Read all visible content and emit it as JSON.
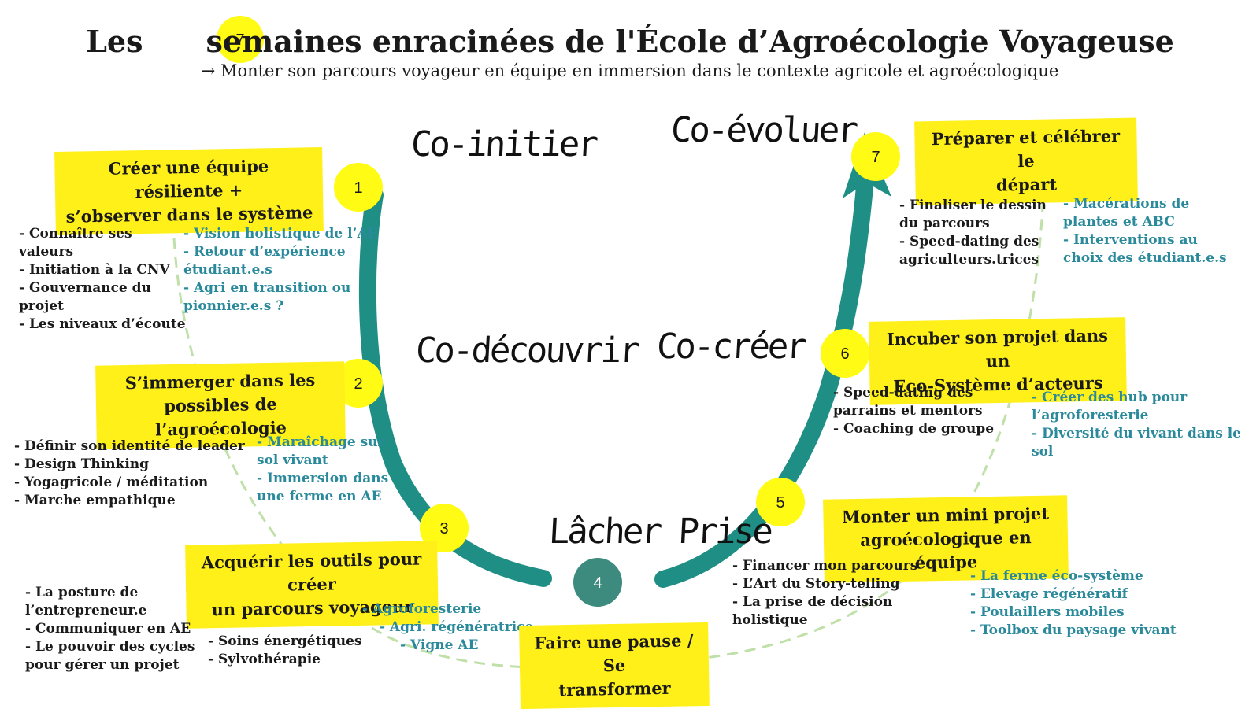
{
  "title": {
    "before": "Les",
    "number": "7",
    "after": "semaines enracinées de l'École d’Agroécologie Voyageuse"
  },
  "subtitle": "→ Monter son parcours voyageur en équipe en immersion dans le contexte agricole et agroécologique",
  "phases": {
    "initier": "Co-initier",
    "decouvrir": "Co-découvrir",
    "lacher": "Lâcher Prise",
    "creer": "Co-créer",
    "evoluer": "Co-évoluer"
  },
  "colors": {
    "highlight": "#fff01a",
    "circle": "#fffb14",
    "arrow": "#1f8f85",
    "teal_text": "#2a8a9b",
    "dash": "#bfe0a8",
    "center_circle": "#3d8a7e"
  },
  "weeks": [
    {
      "num": "1",
      "title": [
        "Créer une équipe résiliente +",
        "s’observer  dans le système"
      ],
      "black": [
        "- Connaître ses",
        "valeurs",
        "- Initiation à la CNV",
        "- Gouvernance du",
        "projet",
        "- Les niveaux d’écoute"
      ],
      "teal": [
        "- Vision holistique de l’AE",
        " - Retour d’expérience",
        "étudiant.e.s",
        " - Agri en transition ou",
        "pionnier.e.s ?"
      ]
    },
    {
      "num": "2",
      "title": [
        "S’immerger dans les",
        "possibles de l’agroécologie"
      ],
      "black": [
        "- Définir son identité de leader",
        "- Design Thinking",
        "- Yogagricole / méditation",
        "- Marche empathique"
      ],
      "teal": [
        "- Maraîchage sur",
        "sol vivant",
        " - Immersion dans",
        "une  ferme en AE"
      ]
    },
    {
      "num": "3",
      "title": [
        "Acquérir les outils pour créer",
        "un parcours voyageur"
      ],
      "black": [
        "- La posture de",
        "l’entrepreneur.e",
        "- Communiquer en AE",
        "- Le pouvoir des cycles",
        "pour gérer un projet"
      ],
      "black2": [
        "- Soins énergétiques",
        "- Sylvothérapie"
      ],
      "teal": [
        "- Agroforesterie",
        "- Agri. régénératrice",
        "- Vigne AE"
      ]
    },
    {
      "num": "4",
      "title": [
        "Faire une pause / Se",
        "transformer"
      ]
    },
    {
      "num": "5",
      "title": [
        "Monter un mini projet",
        "agroécologique en équipe"
      ],
      "black": [
        "- Financer mon parcours",
        "- L’Art  du Story-telling",
        "- La prise de décision",
        "holistique"
      ],
      "teal": [
        "- La ferme éco-système",
        "- Elevage régénératif",
        "- Poulaillers mobiles",
        "- Toolbox du paysage vivant"
      ]
    },
    {
      "num": "6",
      "title": [
        "Incuber son projet dans un",
        "Eco-Système d’acteurs"
      ],
      "black": [
        "- Speed-dating  des",
        "parrains et mentors",
        "- Coaching de groupe"
      ],
      "teal": [
        "- Créer des hub pour",
        "l’agroforesterie",
        "- Diversité du vivant dans le",
        "sol"
      ]
    },
    {
      "num": "7",
      "title": [
        "Préparer et célébrer  le",
        "départ"
      ],
      "black": [
        "- Finaliser le dessin",
        "du parcours",
        "- Speed-dating des",
        "agriculteurs.trices"
      ],
      "teal": [
        "- Macérations de",
        "plantes et ABC",
        "- Interventions au",
        "choix des étudiant.e.s"
      ]
    }
  ]
}
